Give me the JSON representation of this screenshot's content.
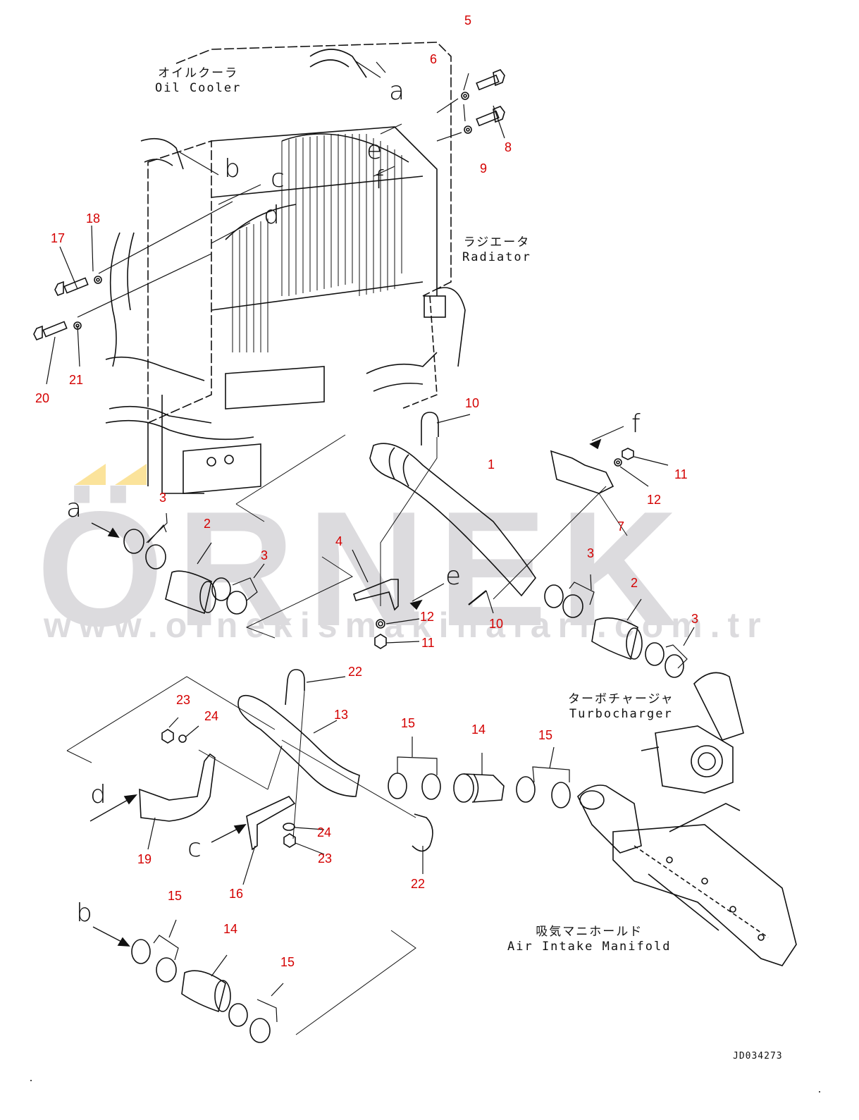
{
  "diagram": {
    "drawing_code": "JD034273",
    "colors": {
      "line": "#111111",
      "part_number": "#d40000",
      "watermark_gray": "#dcdbde",
      "watermark_yellow": "#fbe39b"
    },
    "watermark": {
      "brand": "ÖRNEK",
      "url": "www.ornekismakinalari.com.tr"
    },
    "captions": {
      "oil_cooler": {
        "jp": "オイルクーラ",
        "en": "Oil Cooler"
      },
      "radiator": {
        "jp": "ラジエータ",
        "en": "Radiator"
      },
      "turbocharger": {
        "jp": "ターボチャージャ",
        "en": "Turbocharger"
      },
      "air_intake_manifold": {
        "jp": "吸気マニホールド",
        "en": "Air Intake Manifold"
      }
    },
    "reference_letters": {
      "a_top": "a",
      "b_top": "b",
      "c_top": "c",
      "d_top": "d",
      "e_top": "e",
      "f_top": "f",
      "a_bottom": "a",
      "e_bottom": "e",
      "f_bottom": "f",
      "d_bottom": "d",
      "c_bottom": "c",
      "b_bottom": "b"
    },
    "part_labels": {
      "p5": "5",
      "p6": "6",
      "p8": "8",
      "p9": "9",
      "p17": "17",
      "p18": "18",
      "p20": "20",
      "p21": "21",
      "p10a": "10",
      "p1": "1",
      "p11a": "11",
      "p12a": "12",
      "p7": "7",
      "p3a": "3",
      "p2a": "2",
      "p3b": "3",
      "p4": "4",
      "p12b": "12",
      "p11b": "11",
      "p10b": "10",
      "p3c": "3",
      "p2b": "2",
      "p3d": "3",
      "p22a": "22",
      "p13": "13",
      "p23a": "23",
      "p24a": "24",
      "p15a": "15",
      "p14a": "14",
      "p15b": "15",
      "p19": "19",
      "p24b": "24",
      "p23b": "23",
      "p16": "16",
      "p22b": "22",
      "p15c": "15",
      "p14b": "14",
      "p15d": "15"
    }
  }
}
